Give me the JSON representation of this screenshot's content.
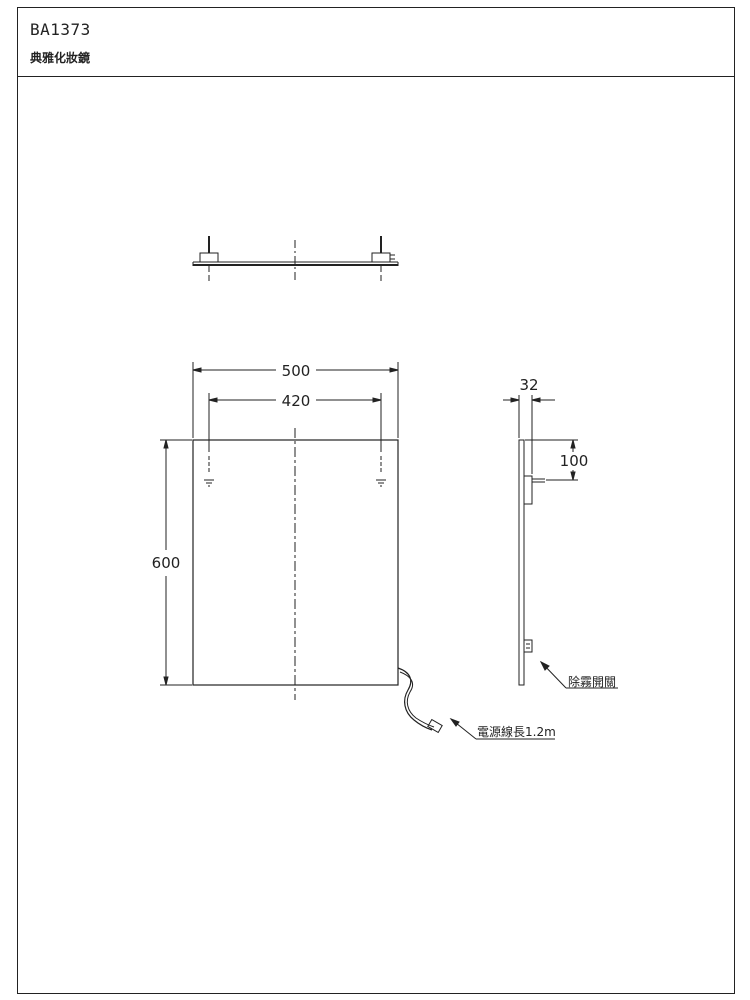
{
  "title_block": {
    "model": "BA1373",
    "product_name": "典雅化妝鏡"
  },
  "dimensions": {
    "width_overall": "500",
    "hole_spacing": "420",
    "height": "600",
    "depth": "32",
    "bracket_offset": "100"
  },
  "notes": {
    "defog_switch": "除霧開關",
    "power_cord": "電源線長1.2m"
  },
  "colors": {
    "line": "#222222",
    "background": "#ffffff"
  }
}
